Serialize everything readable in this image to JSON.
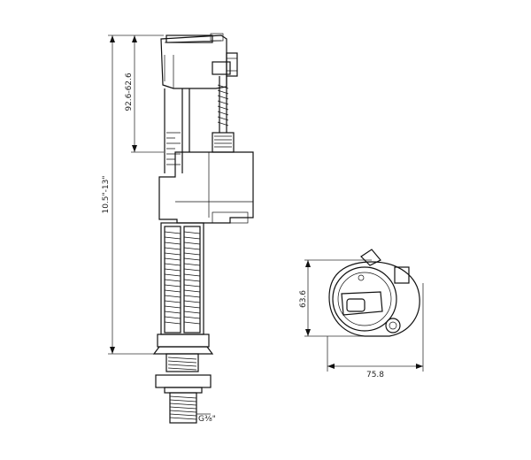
{
  "dimensions": {
    "overall_height": "10.5\"-13\"",
    "upper_range": "92.6-62.6",
    "top_view_height": "63.6",
    "top_view_width": "75.8",
    "thread_size": "G⅜\""
  }
}
